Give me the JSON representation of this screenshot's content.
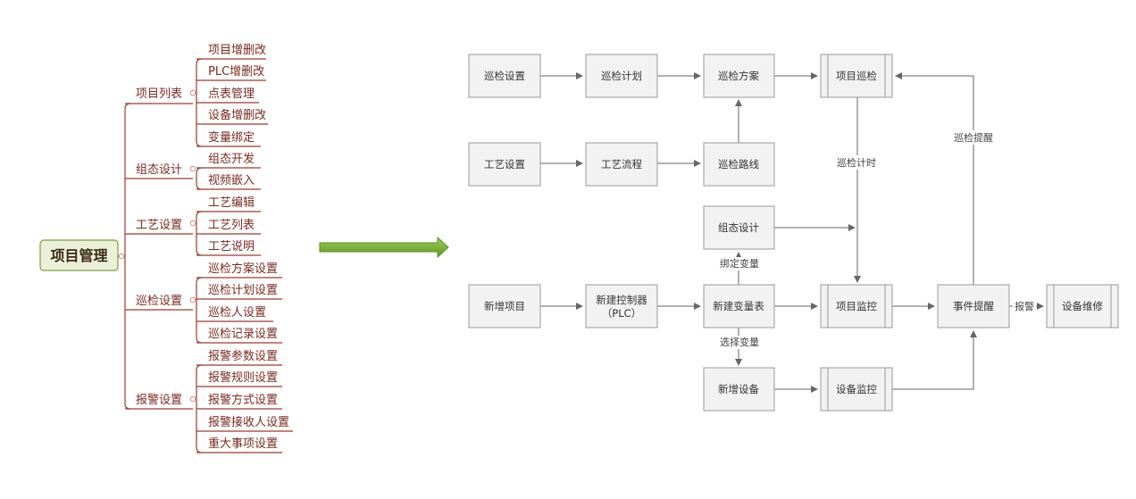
{
  "mindmap": {
    "root": "项目管理",
    "branches": [
      {
        "label": "项目列表",
        "children": [
          "项目增删改",
          "PLC增删改",
          "点表管理",
          "设备增删改",
          "变量绑定"
        ]
      },
      {
        "label": "组态设计",
        "children": [
          "组态开发",
          "视频嵌入"
        ]
      },
      {
        "label": "工艺设置",
        "children": [
          "工艺编辑",
          "工艺列表",
          "工艺说明"
        ]
      },
      {
        "label": "巡检设置",
        "children": [
          "巡检方案设置",
          "巡检计划设置",
          "巡检人设置",
          "巡检记录设置"
        ]
      },
      {
        "label": "报警设置",
        "children": [
          "报警参数设置",
          "报警规则设置",
          "报警方式设置",
          "报警接收人设置",
          "重大事项设置"
        ]
      }
    ]
  },
  "flowchart": {
    "nodes": {
      "inspection_setting": "巡检设置",
      "inspection_plan": "巡检计划",
      "inspection_scheme": "巡检方案",
      "project_inspection": "项目巡检",
      "process_setting": "工艺设置",
      "process_flow": "工艺流程",
      "inspection_route": "巡检路线",
      "scada_design": "组态设计",
      "new_project": "新增项目",
      "new_controller_line1": "新建控制器",
      "new_controller_line2": "（PLC）",
      "new_variable_table": "新建变量表",
      "project_monitor": "项目监控",
      "event_alert": "事件提醒",
      "equipment_repair": "设备维修",
      "new_device": "新增设备",
      "device_monitor": "设备监控"
    },
    "edge_labels": {
      "inspection_timer": "巡检计时",
      "inspection_reminder": "巡检提醒",
      "bind_variable": "绑定变量",
      "select_variable": "选择变量",
      "alarm": "报警"
    }
  },
  "colors": {
    "mindmap_line": "#9b3a30",
    "mindmap_text": "#7a2a20",
    "root_fill": "#eaf1d8",
    "root_stroke": "#7f9c3e",
    "arrow_green": "#6aa72e",
    "box_fill": "#f2f2f2",
    "box_stroke": "#999999",
    "edge": "#666666"
  }
}
